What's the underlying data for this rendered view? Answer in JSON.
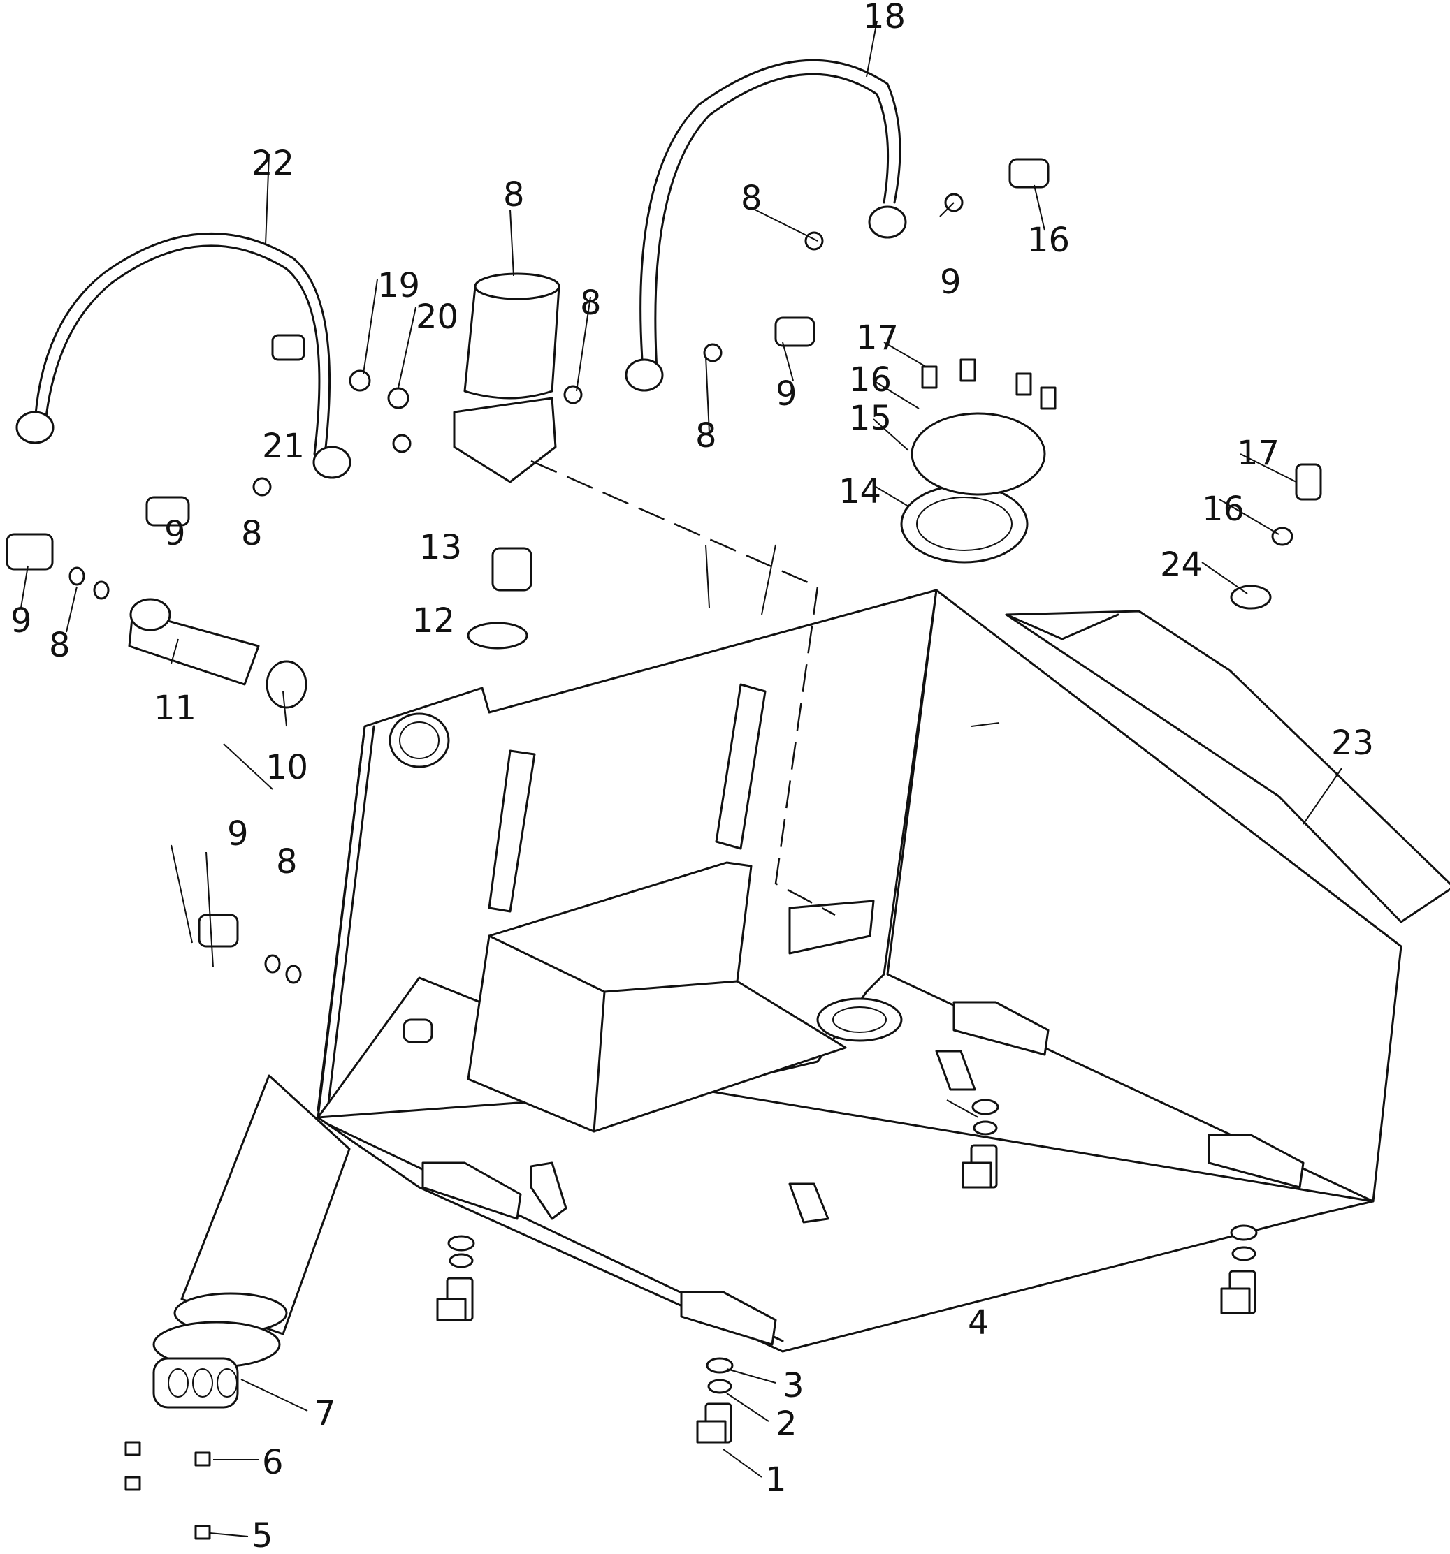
{
  "callouts": [
    {
      "id": "c18",
      "text": "18"
    },
    {
      "id": "c22",
      "text": "22"
    },
    {
      "id": "c19",
      "text": "19"
    },
    {
      "id": "c8a",
      "text": "8"
    },
    {
      "id": "c8b",
      "text": "8"
    },
    {
      "id": "c9a",
      "text": "9"
    },
    {
      "id": "c16a",
      "text": "16"
    },
    {
      "id": "c20",
      "text": "20"
    },
    {
      "id": "c8c",
      "text": "8"
    },
    {
      "id": "c8d",
      "text": "8"
    },
    {
      "id": "c9b",
      "text": "9"
    },
    {
      "id": "c17a",
      "text": "17"
    },
    {
      "id": "c16b",
      "text": "16"
    },
    {
      "id": "c15",
      "text": "15"
    },
    {
      "id": "c21a",
      "text": "21"
    },
    {
      "id": "c9c",
      "text": "9"
    },
    {
      "id": "c8e",
      "text": "8"
    },
    {
      "id": "c14",
      "text": "14"
    },
    {
      "id": "c13",
      "text": "13"
    },
    {
      "id": "c12",
      "text": "12"
    },
    {
      "id": "c17b",
      "text": "17"
    },
    {
      "id": "c16c",
      "text": "16"
    },
    {
      "id": "c24",
      "text": "24"
    },
    {
      "id": "c9d",
      "text": "9"
    },
    {
      "id": "c8f",
      "text": "8"
    },
    {
      "id": "c11",
      "text": "11"
    },
    {
      "id": "c10",
      "text": "10"
    },
    {
      "id": "c23",
      "text": "23"
    },
    {
      "id": "c9e",
      "text": "9"
    },
    {
      "id": "c8g",
      "text": "8"
    },
    {
      "id": "c4",
      "text": "4"
    },
    {
      "id": "c3",
      "text": "3"
    },
    {
      "id": "c2",
      "text": "2"
    },
    {
      "id": "c1",
      "text": "1"
    },
    {
      "id": "c7",
      "text": "7"
    },
    {
      "id": "c6",
      "text": "6"
    },
    {
      "id": "c5",
      "text": "5"
    }
  ]
}
